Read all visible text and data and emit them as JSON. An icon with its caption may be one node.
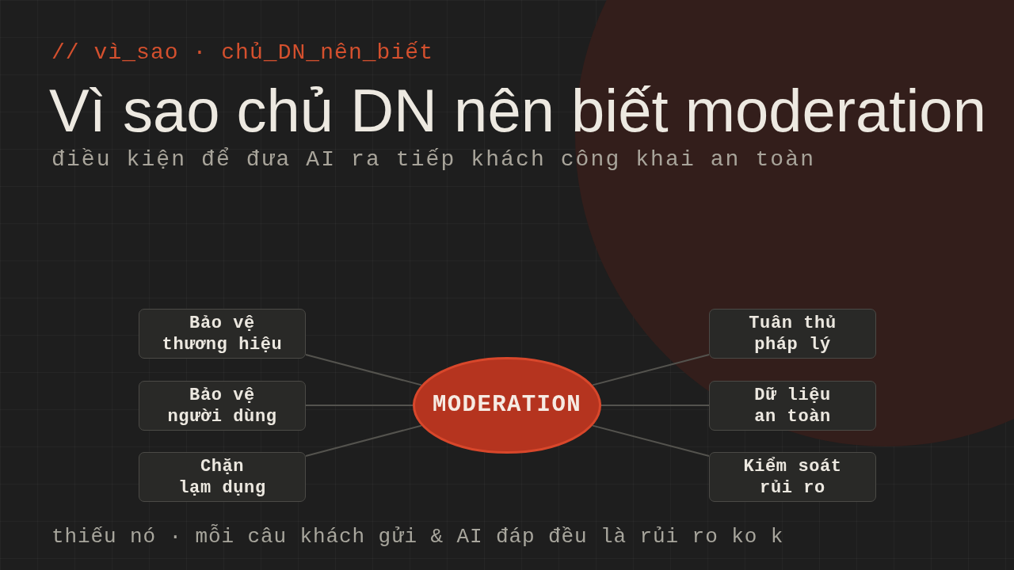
{
  "diagram": {
    "title": "Vì sao chủ DN nên biết moderation",
    "nodes": [
      {
        "text": [
          "Bảo vệ thương hiệu"
        ]
      },
      {
        "text": [
          "Tuân thủ pháp lý"
        ]
      },
      {
        "text": [
          "Bảo vệ người dùng"
        ]
      },
      {
        "text": [
          "MODERATION"
        ]
      },
      {
        "text": [
          "Dữ liệu an toàn"
        ]
      },
      {
        "text": [
          "Chặn lạm dụng"
        ]
      },
      {
        "text": [
          "Kiểm soát rủi ro"
        ]
      }
    ],
    "edges": [
      {
        "from": 3,
        "to": 0,
        "arrow": "none"
      },
      {
        "from": 3,
        "to": 1,
        "arrow": "none"
      },
      {
        "from": 3,
        "to": 2,
        "arrow": "none"
      },
      {
        "from": 3,
        "to": 4,
        "arrow": "none"
      },
      {
        "from": 3,
        "to": 5,
        "arrow": "none"
      },
      {
        "from": 3,
        "to": 6,
        "arrow": "none"
      }
    ],
    "labels": [
      "// vì_sao · chủ_DN_nên_biết",
      "điều kiện để đưa AI ra tiếp khách công khai an toàn",
      "thiếu nó · mỗi câu khách gửi & AI đáp đều là rủi ro ko k"
    ]
  }
}
